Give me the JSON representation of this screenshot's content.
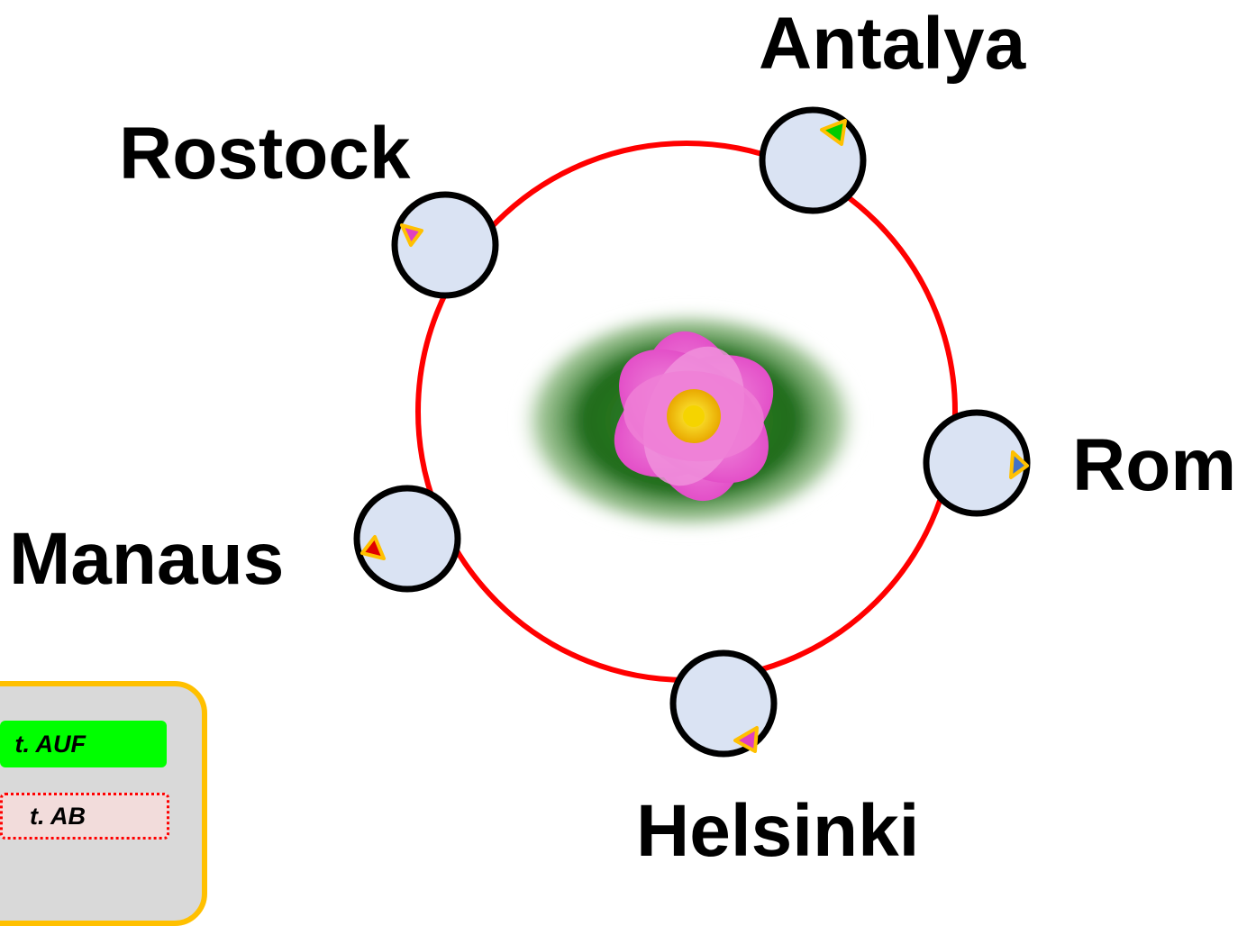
{
  "cities": {
    "antalya": "Antalya",
    "rostock": "Rostock",
    "rom": "Rom",
    "manaus": "Manaus",
    "helsinki": "Helsinki"
  },
  "panel": {
    "up_label": "t. AUF",
    "down_label": "t. AB"
  },
  "colors": {
    "orbit": "#ff0000",
    "node_fill": "#dae3f3",
    "node_stroke": "#000000",
    "panel_border": "#ffc000",
    "panel_bg": "#d9d9d9",
    "up_button": "#00ff00",
    "down_button": "#f2dcdb"
  },
  "center_image": "pink-flower-photo"
}
